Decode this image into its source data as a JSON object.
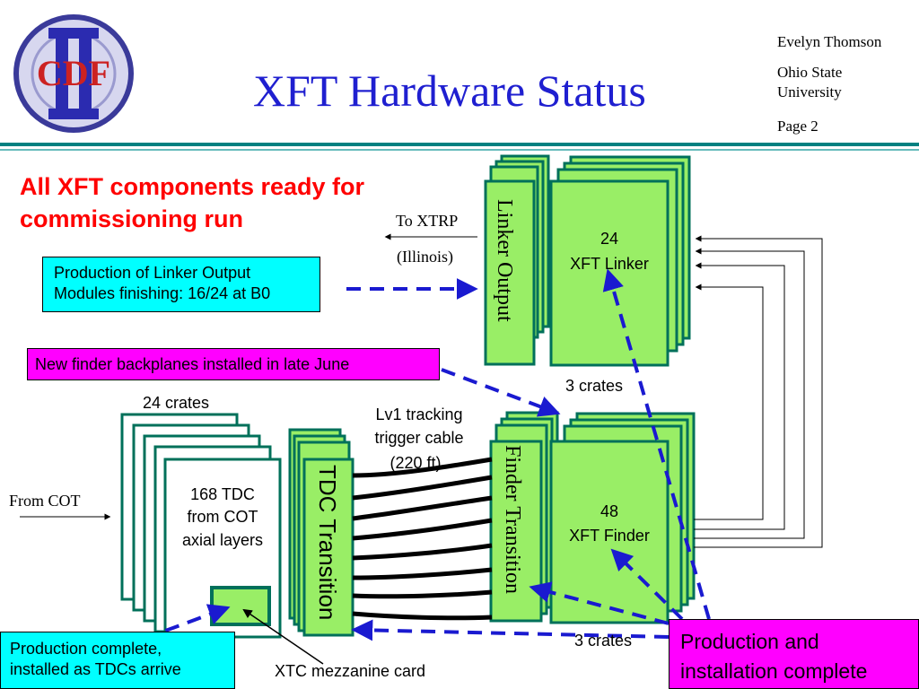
{
  "header": {
    "title": "XFT Hardware Status",
    "author": "Evelyn Thomson",
    "affiliation": "Ohio State University",
    "page": "Page 2",
    "logo_text": "CDF",
    "accent_color": "#1f1fd0",
    "rule_color": "#008080"
  },
  "headline": "All XFT components ready for commissioning run",
  "callouts": {
    "linker_output": "Production of Linker Output Modules finishing: 16/24 at B0",
    "finder_backplanes": "New finder backplanes installed in late June",
    "production_tdc": "Production complete, installed as TDCs arrive",
    "production_done": "Production and installation complete"
  },
  "labels": {
    "to_xtrp": "To XTRP",
    "illinois": "(Illinois)",
    "linker_count": "24",
    "linker_name": "XFT Linker",
    "linker_output": "Linker Output",
    "crates_top": "3 crates",
    "crates_24": "24 crates",
    "lv1_line1": "Lv1 tracking",
    "lv1_line2": "trigger cable",
    "lv1_line3": "(220 ft)",
    "from_cot": "From COT",
    "tdc_line1": "168  TDC",
    "tdc_line2": "from COT",
    "tdc_line3": "axial layers",
    "tdc_transition": "TDC Transition",
    "finder_transition": "Finder Transition",
    "finder_count": "48",
    "finder_name": "XFT Finder",
    "crates_bottom": "3 crates",
    "xtc": "XTC mezzanine card"
  },
  "colors": {
    "board_fill": "#99ee66",
    "board_border": "#00705a",
    "arrow_dash": "#1a1ad0",
    "cyan": "#00ffff",
    "magenta": "#ff00ff",
    "headline": "#ff0000"
  }
}
